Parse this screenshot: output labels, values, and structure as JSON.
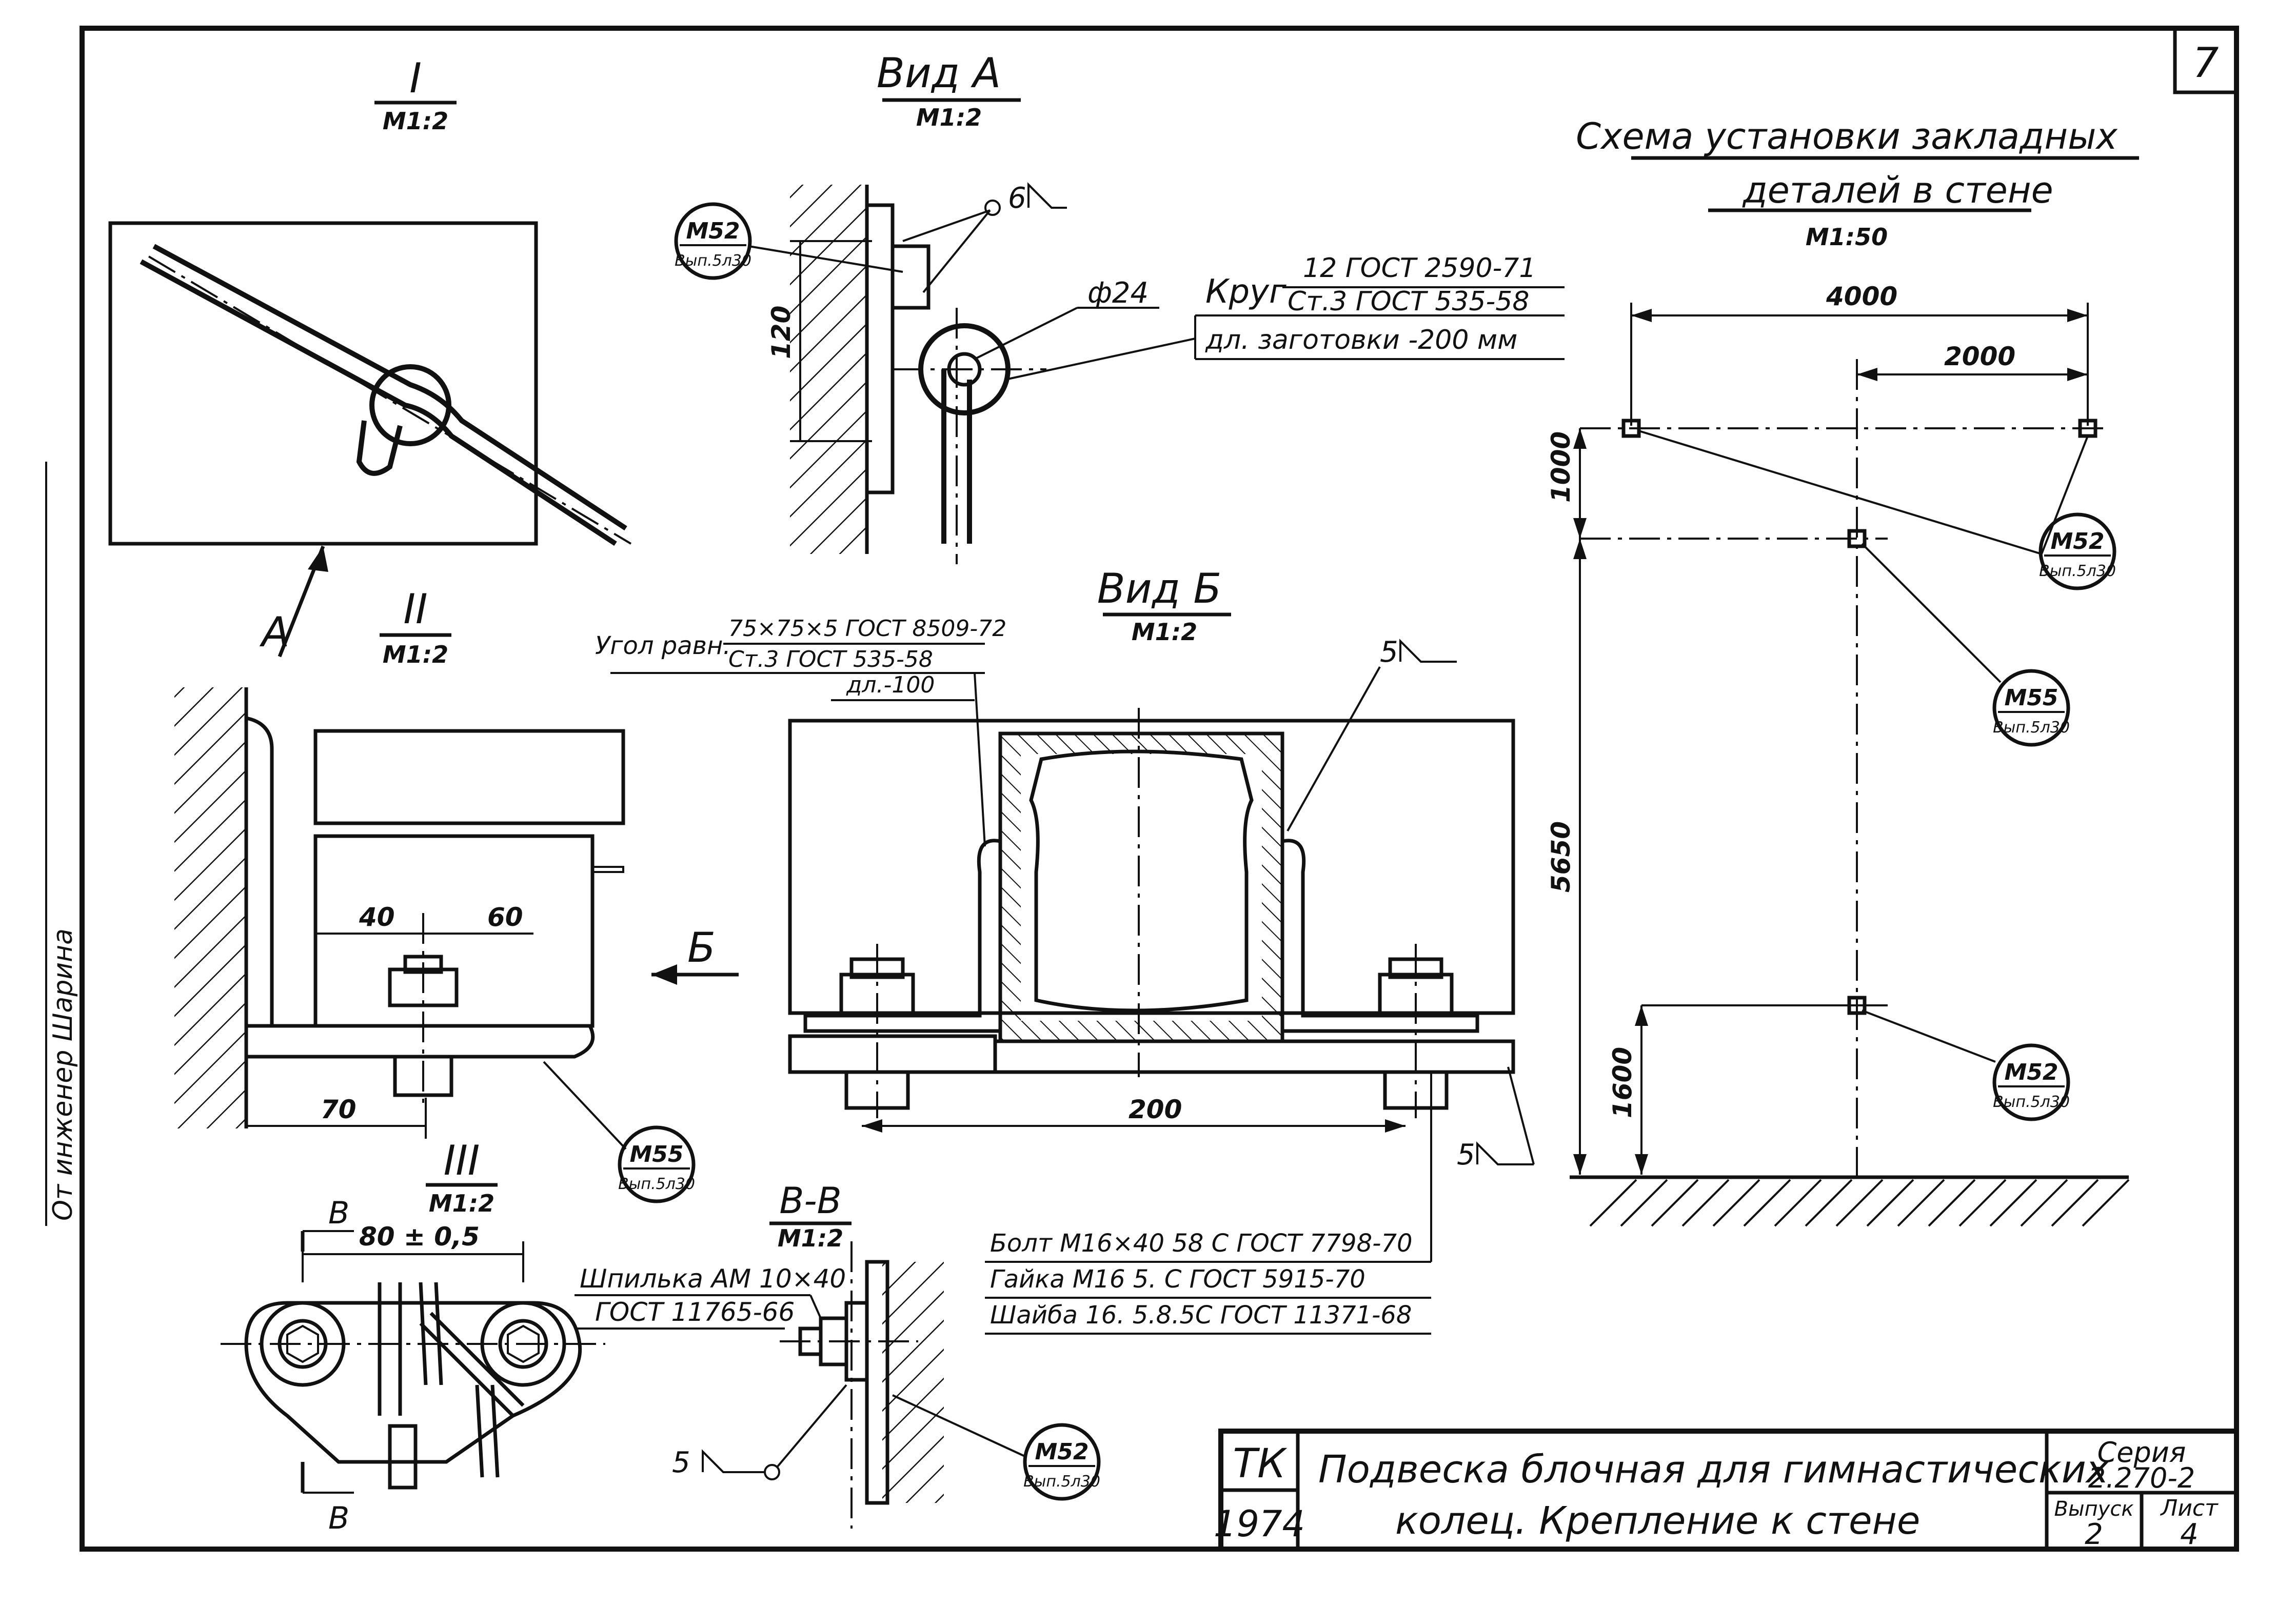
{
  "sheet": {
    "number": "7",
    "side_note": "От инженер  Шарина"
  },
  "view_I": {
    "title": "I",
    "scale": "M1:2",
    "arrow_label": "A"
  },
  "view_A": {
    "title": "Вид А",
    "scale": "M1:2",
    "weld": "6",
    "dim_height": "120",
    "diameter": "ф24",
    "bubble": {
      "code": "M52",
      "ref": "Вып.5л30"
    },
    "circle_label": "Круг",
    "circle_spec_top": "12 ГОСТ 2590-71",
    "circle_spec_bottom": "Ст.3 ГОСТ 535-58",
    "blank_length": "дл. заготовки -200 мм"
  },
  "view_II": {
    "title": "II",
    "scale": "M1:2",
    "dim_40": "40",
    "dim_60": "60",
    "dim_70": "70",
    "arrow_label": "Б",
    "bubble": {
      "code": "M55",
      "ref": "Вып.5л30"
    }
  },
  "view_B": {
    "title": "Вид Б",
    "scale": "M1:2",
    "angle_label": "Угол равн.",
    "angle_spec_top": "75×75×5 ГОСТ 8509-72",
    "angle_spec_bottom": "Ст.3 ГОСТ 535-58",
    "angle_length": "дл.-100",
    "weld_top": "5",
    "weld_bottom": "5",
    "dim_200": "200"
  },
  "fasteners": {
    "bolt": "Болт М16×40  58 С ГОСТ 7798-70",
    "nut": "Гайка М16  5. С  ГОСТ 5915-70",
    "washer": "Шайба 16. 5.8.5С ГОСТ 11371-68"
  },
  "view_III": {
    "title": "III",
    "scale": "M1:2",
    "dim": "80 ± 0,5",
    "cut_label": "В"
  },
  "section_BB": {
    "title": "В-В",
    "scale": "M1:2",
    "stud_label": "Шпилька АМ 10×40",
    "stud_gost": "ГОСТ 11765-66",
    "weld": "5",
    "bubble": {
      "code": "M52",
      "ref": "Вып.5л30"
    }
  },
  "scheme": {
    "title_line1": "Схема установки закладных",
    "title_line2": "деталей в стене",
    "scale": "M1:50",
    "dim_4000": "4000",
    "dim_2000": "2000",
    "dim_1000": "1000",
    "dim_5650": "5650",
    "dim_1600": "1600",
    "bubbles": [
      {
        "code": "M52",
        "ref": "Вып.5л30"
      },
      {
        "code": "M55",
        "ref": "Вып.5л30"
      },
      {
        "code": "M52",
        "ref": "Вып.5л30"
      }
    ]
  },
  "title_block": {
    "org_top": "ТК",
    "org_bottom": "1974",
    "title_line1": "Подвеска блочная для гимнастических",
    "title_line2": "колец.  Крепление  к  стене",
    "series_label": "Серия",
    "series_value": "2.270-2",
    "issue_label": "Выпуск",
    "issue_value": "2",
    "sheet_label": "Лист",
    "sheet_value": "4"
  }
}
